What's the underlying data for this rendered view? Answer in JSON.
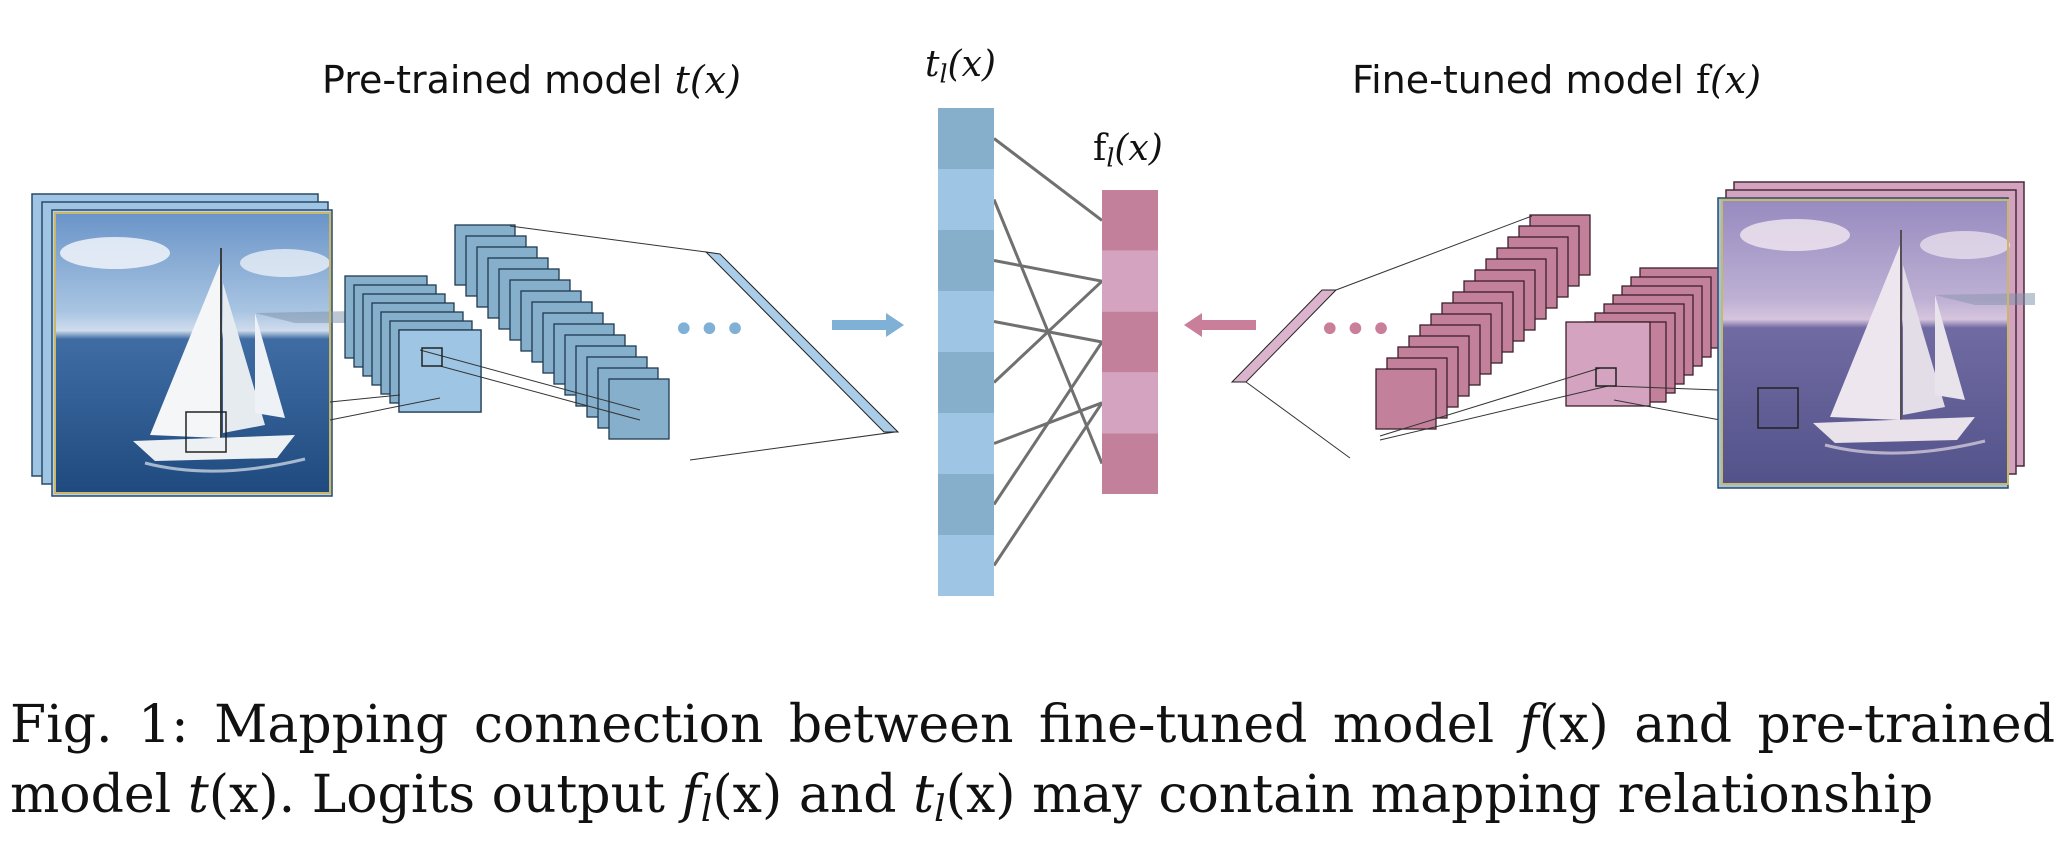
{
  "figure": {
    "left_title": {
      "text": "Pre-trained model ",
      "math": "t",
      "paren": "(x)"
    },
    "right_title": {
      "text": "Fine-tuned model ",
      "math": "f",
      "paren": "(x)"
    },
    "tl_label": {
      "base": "t",
      "sub": "l",
      "paren": "(x)"
    },
    "fl_label": {
      "base": "f",
      "sub": "l",
      "paren": "(x)"
    },
    "ellipsis": "•••",
    "caption_line1": "Fig. 1: Mapping connection between fine-tuned model f(x) and pre-trained",
    "caption_line2": "model t(x). Logits output fₗ(x) and tₗ(x) may contain mapping relationship",
    "caption_parts": {
      "fig": "Fig. 1:",
      "l1_text": "Mapping connection between fine-tuned model",
      "f": "f",
      "x": "(x)",
      "and": "and pre-trained",
      "l2_model": "model",
      "t": "t",
      "l2_mid": ". Logits output",
      "l": "l",
      "l2_and": "and",
      "l2_end": "may contain mapping relationship"
    }
  },
  "colors": {
    "blue_light": "#9ec6e4",
    "blue_dark": "#85afcb",
    "pink_light": "#d4a3c0",
    "pink_dark": "#c3809b",
    "line_gray": "#707070",
    "arrow_blue": "#7fb0d6",
    "arrow_pink": "#c97f9a"
  },
  "mapping": {
    "tl_cells": 8,
    "fl_cells": 5,
    "connections": [
      [
        0,
        0
      ],
      [
        1,
        4
      ],
      [
        2,
        1
      ],
      [
        3,
        2
      ],
      [
        4,
        1
      ],
      [
        5,
        3
      ],
      [
        6,
        2
      ],
      [
        7,
        3
      ]
    ]
  },
  "image_icon": "sailboat-photo"
}
